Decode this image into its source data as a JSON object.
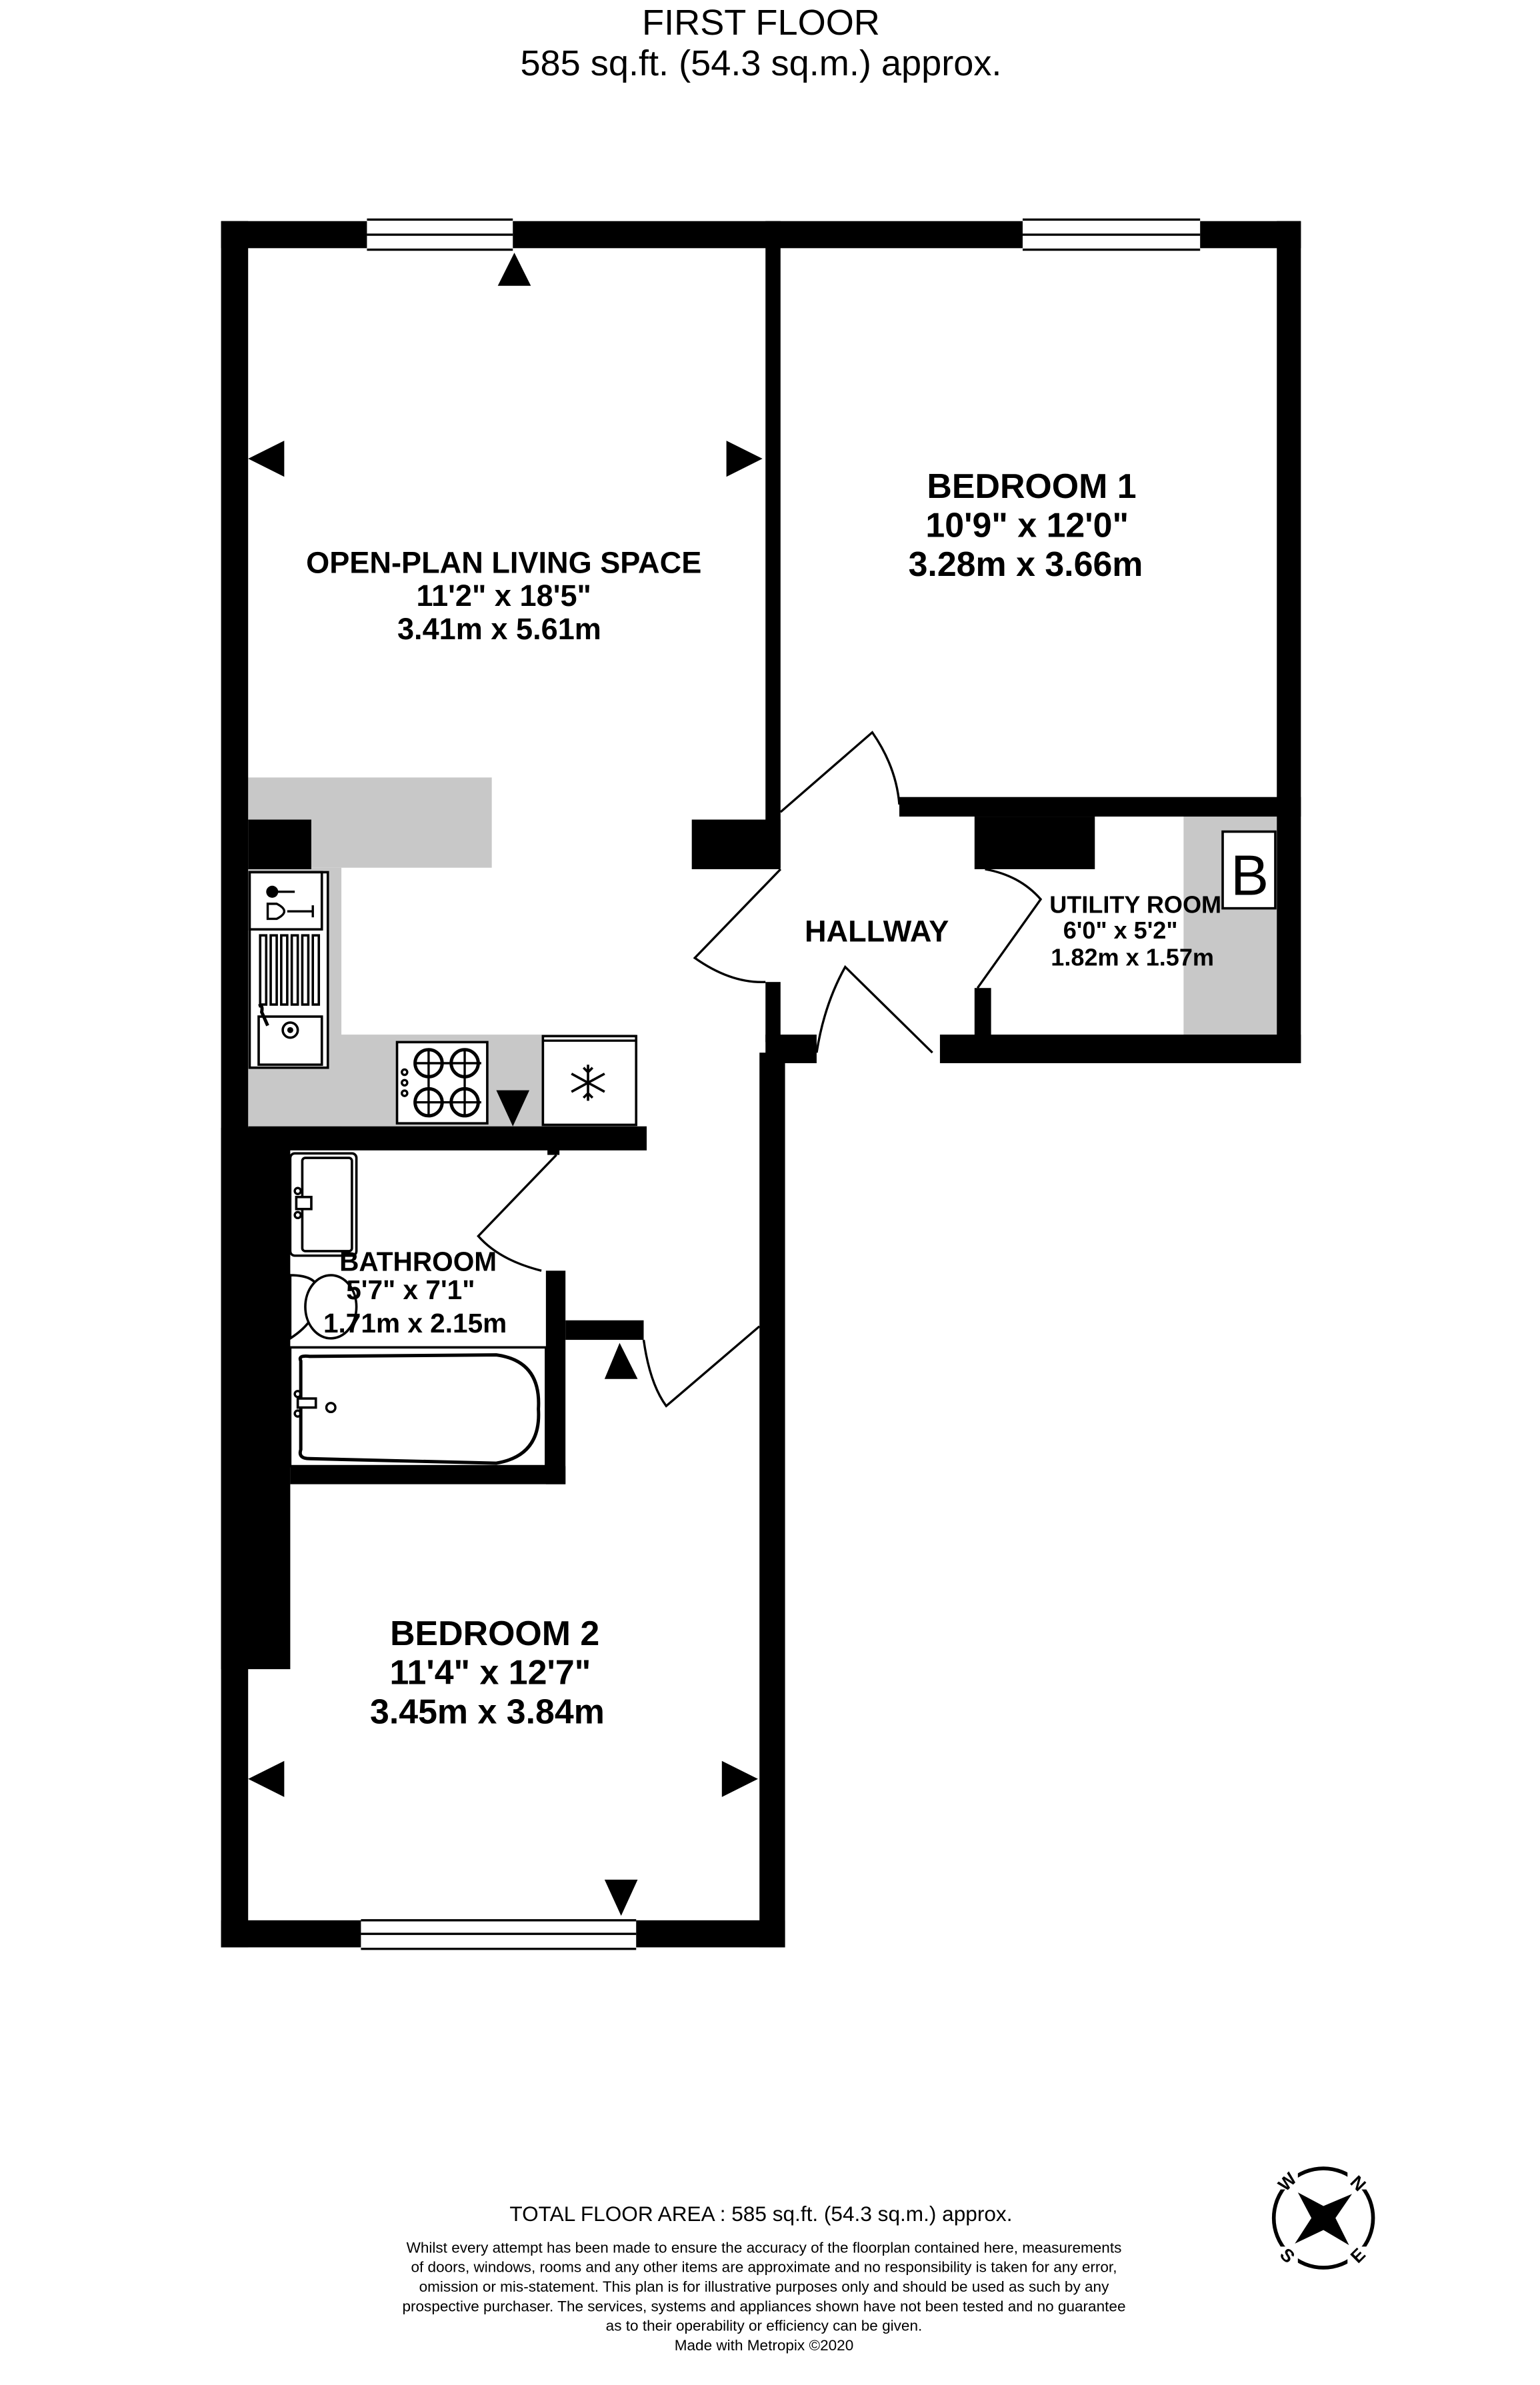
{
  "header": {
    "floor_name": "FIRST FLOOR",
    "floor_area": "585 sq.ft. (54.3 sq.m.) approx."
  },
  "rooms": [
    {
      "name": "OPEN-PLAN LIVING SPACE",
      "imperial": "11'2\"  x 18'5\"",
      "metric": "3.41m  x 5.61m"
    },
    {
      "name": "BEDROOM 1",
      "imperial": "10'9\"  x 12'0\"",
      "metric": "3.28m  x 3.66m"
    },
    {
      "name": "HALLWAY"
    },
    {
      "name": "UTILITY ROOM",
      "imperial": "6'0\"  x 5'2\"",
      "metric": "1.82m  x 1.57m"
    },
    {
      "name": "BATHROOM",
      "imperial": "5'7\"  x 7'1\"",
      "metric": "1.71m  x 2.15m"
    },
    {
      "name": "BEDROOM 2",
      "imperial": "11'4\"  x 12'7\"",
      "metric": "3.45m  x 3.84m"
    }
  ],
  "symbols": {
    "boiler_label": "B"
  },
  "compass": {
    "n": "N",
    "e": "E",
    "s": "S",
    "w": "W"
  },
  "footer": {
    "total_area": "TOTAL FLOOR AREA : 585 sq.ft. (54.3 sq.m.) approx.",
    "disclaimer_lines": [
      "Whilst every attempt has been made to ensure the accuracy of the floorplan contained here, measurements",
      "of doors, windows, rooms and any other items are approximate and no responsibility is taken for any error,",
      "omission or mis-statement. This plan is for illustrative purposes only and should be used as such by any",
      "prospective purchaser. The services, systems and appliances shown have not been tested and no guarantee",
      "as to their operability or efficiency can be given."
    ],
    "credit": "Made with Metropix ©2020"
  },
  "colors": {
    "wall": "#000000",
    "worktop": "#c8c8c8",
    "background": "#ffffff"
  }
}
